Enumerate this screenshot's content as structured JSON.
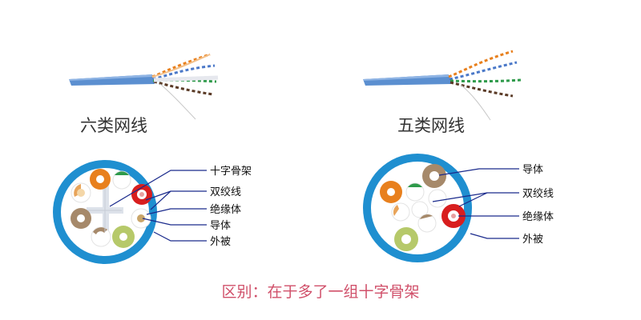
{
  "left": {
    "caption": "六类网线",
    "labels": [
      "十字骨架",
      "双绞线",
      "绝缘体",
      "导体",
      "外被"
    ]
  },
  "right": {
    "caption": "五类网线",
    "labels": [
      "导体",
      "双绞线",
      "绝缘体",
      "外被"
    ]
  },
  "footer": {
    "note": "区别：在于多了一组十字骨架"
  },
  "colors": {
    "jacket": "#1f8fd0",
    "cable_blue": "#5b8fd0",
    "leader_line": "#1a2a8c",
    "orange": "#e8801e",
    "green": "#2e9a4a",
    "brown": "#a6896a",
    "light_green": "#b6c96a",
    "red": "#d81e1e",
    "note_text": "#d0506a"
  }
}
